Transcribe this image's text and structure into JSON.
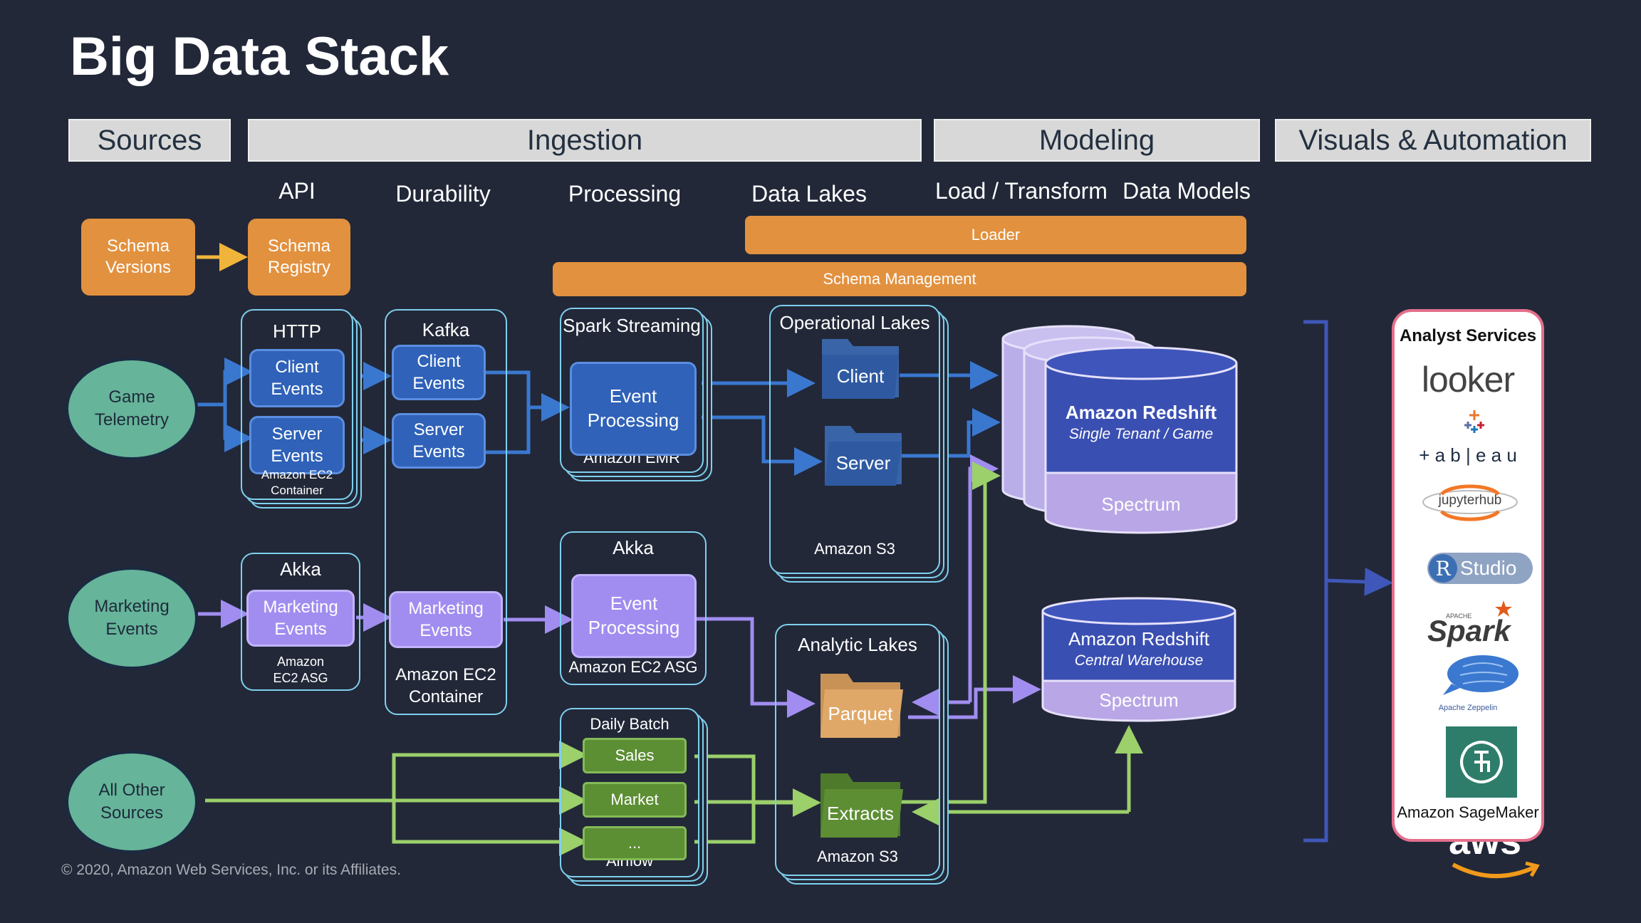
{
  "title": "Big Data Stack",
  "headers": {
    "sources": "Sources",
    "ingestion": "Ingestion",
    "modeling": "Modeling",
    "visuals": "Visuals & Automation"
  },
  "subheaders": {
    "api": "API",
    "durability": "Durability",
    "processing": "Processing",
    "data_lakes": "Data Lakes",
    "load_transform": "Load / Transform",
    "data_models": "Data Models"
  },
  "bars": {
    "loader": "Loader",
    "schema_management": "Schema Management"
  },
  "schema": {
    "versions": "Schema Versions",
    "registry": "Schema Registry"
  },
  "sources": {
    "game": "Game Telemetry",
    "marketing": "Marketing Events",
    "other": "All Other Sources"
  },
  "api": {
    "http_title": "HTTP",
    "client_events": "Client Events",
    "server_events": "Server Events",
    "http_footer": "Amazon EC2 Container",
    "akka_title": "Akka",
    "marketing_events": "Marketing Events",
    "akka_footer": "Amazon EC2 ASG"
  },
  "durability": {
    "title": "Kafka",
    "client_events": "Client Events",
    "server_events": "Server Events",
    "marketing_events": "Marketing Events",
    "footer": "Amazon EC2 Container"
  },
  "processing": {
    "spark_title": "Spark Streaming",
    "spark_event": "Event Processing",
    "spark_footer": "Amazon EMR",
    "akka_title": "Akka",
    "akka_event": "Event Processing",
    "akka_footer": "Amazon EC2 ASG",
    "batch_title": "Daily Batch",
    "sales": "Sales",
    "market": "Market",
    "ellipsis": "...",
    "batch_footer": "Airflow"
  },
  "lakes": {
    "operational_title": "Operational Lakes",
    "client": "Client",
    "server": "Server",
    "operational_footer": "Amazon S3",
    "analytic_title": "Analytic Lakes",
    "parquet": "Parquet",
    "extracts": "Extracts",
    "analytic_footer": "Amazon S3"
  },
  "redshift": {
    "game_title": "Amazon Redshift",
    "game_sub": "Single Tenant / Game",
    "game_spectrum": "Spectrum",
    "central_title": "Amazon Redshift",
    "central_sub": "Central Warehouse",
    "central_spectrum": "Spectrum"
  },
  "analyst": {
    "title": "Analyst Services",
    "looker": "looker",
    "tableau": "+ a b | e a u",
    "jupyter": "jupyterhub",
    "rstudio_r": "R",
    "rstudio": "Studio",
    "spark_small": "APACHE",
    "spark": "Spark",
    "zeppelin": "Apache Zeppelin",
    "sagemaker": "Amazon SageMaker"
  },
  "footer": {
    "copyright": "© 2020, Amazon Web Services, Inc. or its Affiliates.",
    "aws": "aws"
  },
  "colors": {
    "background": "#222838",
    "blue_wire": "#3a78d0",
    "purple_wire": "#a18df0",
    "green_wire": "#9bd06a",
    "orange": "#e2913f",
    "teal": "#66b49a",
    "analyst_border": "#e46f8b"
  }
}
